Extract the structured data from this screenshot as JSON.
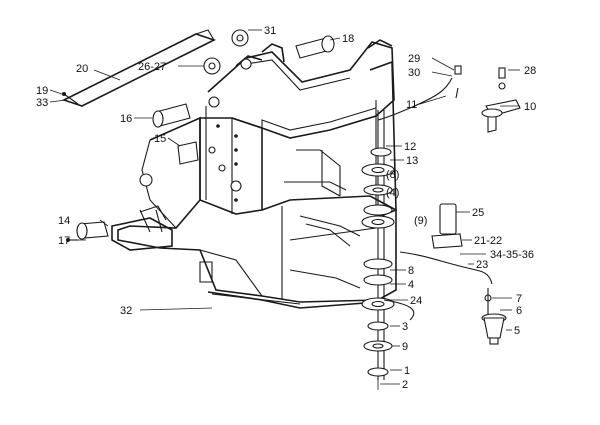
{
  "callouts": [
    {
      "id": "31",
      "label": "31"
    },
    {
      "id": "18",
      "label": "18"
    },
    {
      "id": "20",
      "label": "20"
    },
    {
      "id": "26-27",
      "label": "26-27"
    },
    {
      "id": "19",
      "label": "19"
    },
    {
      "id": "33",
      "label": "33"
    },
    {
      "id": "29",
      "label": "29"
    },
    {
      "id": "30",
      "label": "30"
    },
    {
      "id": "28",
      "label": "28"
    },
    {
      "id": "11",
      "label": "11"
    },
    {
      "id": "10",
      "label": "10"
    },
    {
      "id": "16",
      "label": "16"
    },
    {
      "id": "15",
      "label": "15"
    },
    {
      "id": "12",
      "label": "12"
    },
    {
      "id": "13",
      "label": "13"
    },
    {
      "id": "(8)a",
      "label": "(8)"
    },
    {
      "id": "(4)",
      "label": "(4)"
    },
    {
      "id": "25",
      "label": "25"
    },
    {
      "id": "(9)",
      "label": "(9)"
    },
    {
      "id": "14",
      "label": "14"
    },
    {
      "id": "17",
      "label": "17"
    },
    {
      "id": "21-22",
      "label": "21-22"
    },
    {
      "id": "34-35-36",
      "label": "34-35-36"
    },
    {
      "id": "8",
      "label": "8"
    },
    {
      "id": "23",
      "label": "23"
    },
    {
      "id": "4",
      "label": "4"
    },
    {
      "id": "7",
      "label": "7"
    },
    {
      "id": "24",
      "label": "24"
    },
    {
      "id": "6",
      "label": "6"
    },
    {
      "id": "32",
      "label": "32"
    },
    {
      "id": "3",
      "label": "3"
    },
    {
      "id": "5",
      "label": "5"
    },
    {
      "id": "9",
      "label": "9"
    },
    {
      "id": "1",
      "label": "1"
    },
    {
      "id": "2",
      "label": "2"
    }
  ]
}
